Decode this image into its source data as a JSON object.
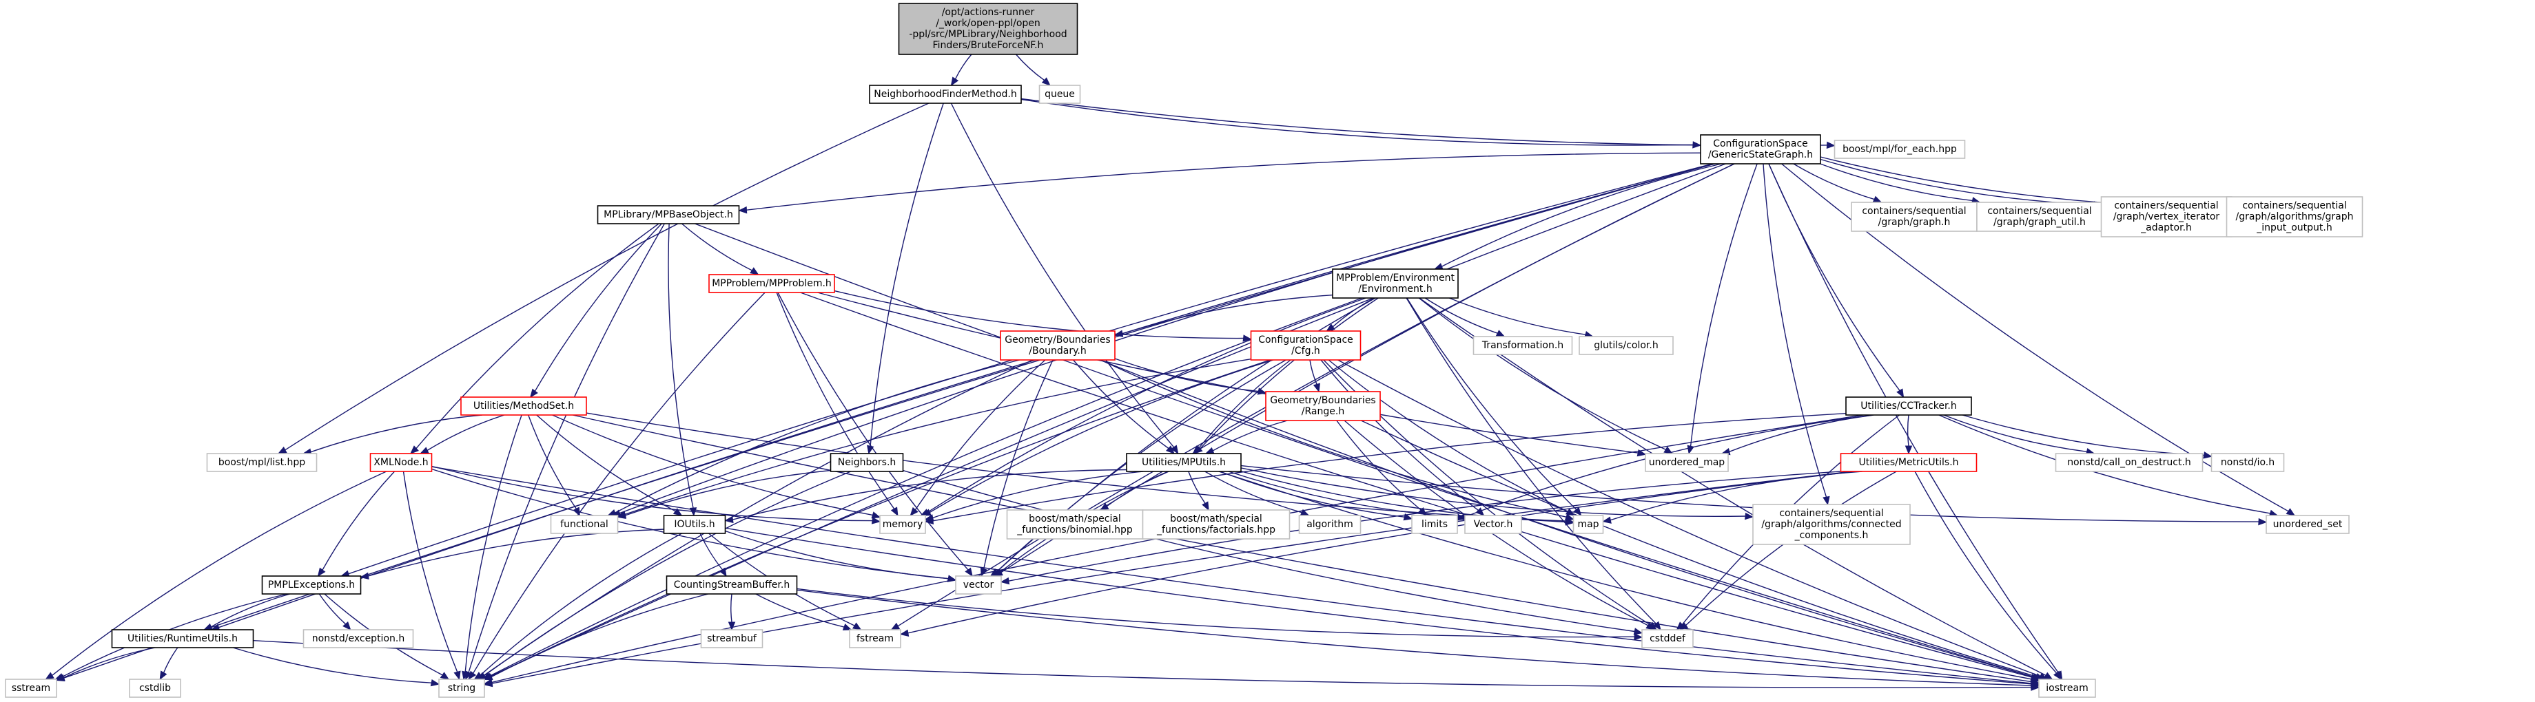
{
  "colors": {
    "edge": "#191970",
    "root_fill": "#bfbfbf",
    "root_stroke": "#000000",
    "documented_stroke": "#000000",
    "highlight_stroke": "#ff0000",
    "external_stroke": "#bfbfbf"
  },
  "nodes": [
    {
      "id": "root",
      "lines": [
        "/opt/actions-runner",
        "/_work/open-ppl/open",
        "-ppl/src/MPLibrary/Neighborhood",
        "Finders/BruteForceNF.h"
      ],
      "kind": "root"
    },
    {
      "id": "nfm",
      "lines": [
        "NeighborhoodFinderMethod.h"
      ],
      "kind": "doc"
    },
    {
      "id": "queue",
      "lines": [
        "queue"
      ],
      "kind": "ext"
    },
    {
      "id": "gsg",
      "lines": [
        "ConfigurationSpace",
        "/GenericStateGraph.h"
      ],
      "kind": "doc"
    },
    {
      "id": "foreach",
      "lines": [
        "boost/mpl/for_each.hpp"
      ],
      "kind": "ext"
    },
    {
      "id": "mpbase",
      "lines": [
        "MPLibrary/MPBaseObject.h"
      ],
      "kind": "doc"
    },
    {
      "id": "graphh",
      "lines": [
        "containers/sequential",
        "/graph/graph.h"
      ],
      "kind": "ext"
    },
    {
      "id": "graphutil",
      "lines": [
        "containers/sequential",
        "/graph/graph_util.h"
      ],
      "kind": "ext"
    },
    {
      "id": "vertexiter",
      "lines": [
        "containers/sequential",
        "/graph/vertex_iterator",
        "_adaptor.h"
      ],
      "kind": "ext"
    },
    {
      "id": "graphio",
      "lines": [
        "containers/sequential",
        "/graph/algorithms/graph",
        "_input_output.h"
      ],
      "kind": "ext"
    },
    {
      "id": "mpproblem",
      "lines": [
        "MPProblem/MPProblem.h"
      ],
      "kind": "hl"
    },
    {
      "id": "env",
      "lines": [
        "MPProblem/Environment",
        "/Environment.h"
      ],
      "kind": "doc"
    },
    {
      "id": "boundary",
      "lines": [
        "Geometry/Boundaries",
        "/Boundary.h"
      ],
      "kind": "hl"
    },
    {
      "id": "cfg",
      "lines": [
        "ConfigurationSpace",
        "/Cfg.h"
      ],
      "kind": "hl"
    },
    {
      "id": "transform",
      "lines": [
        "Transformation.h"
      ],
      "kind": "ext"
    },
    {
      "id": "glutils",
      "lines": [
        "glutils/color.h"
      ],
      "kind": "ext"
    },
    {
      "id": "range",
      "lines": [
        "Geometry/Boundaries",
        "/Range.h"
      ],
      "kind": "hl"
    },
    {
      "id": "methodset",
      "lines": [
        "Utilities/MethodSet.h"
      ],
      "kind": "hl"
    },
    {
      "id": "cctracker",
      "lines": [
        "Utilities/CCTracker.h"
      ],
      "kind": "doc"
    },
    {
      "id": "mpllist",
      "lines": [
        "boost/mpl/list.hpp"
      ],
      "kind": "ext"
    },
    {
      "id": "xmlnode",
      "lines": [
        "XMLNode.h"
      ],
      "kind": "hl"
    },
    {
      "id": "neighbors",
      "lines": [
        "Neighbors.h"
      ],
      "kind": "doc"
    },
    {
      "id": "mputils",
      "lines": [
        "Utilities/MPUtils.h"
      ],
      "kind": "doc"
    },
    {
      "id": "umap",
      "lines": [
        "unordered_map"
      ],
      "kind": "ext"
    },
    {
      "id": "calldestruct",
      "lines": [
        "nonstd/call_on_destruct.h"
      ],
      "kind": "ext"
    },
    {
      "id": "nonstdio",
      "lines": [
        "nonstd/io.h"
      ],
      "kind": "ext"
    },
    {
      "id": "metricutils",
      "lines": [
        "Utilities/MetricUtils.h"
      ],
      "kind": "hl"
    },
    {
      "id": "functional",
      "lines": [
        "functional"
      ],
      "kind": "ext"
    },
    {
      "id": "memory",
      "lines": [
        "memory"
      ],
      "kind": "ext"
    },
    {
      "id": "binomial",
      "lines": [
        "boost/math/special",
        "_functions/binomial.hpp"
      ],
      "kind": "ext"
    },
    {
      "id": "factorials",
      "lines": [
        "boost/math/special",
        "_functions/factorials.hpp"
      ],
      "kind": "ext"
    },
    {
      "id": "algorithm",
      "lines": [
        "algorithm"
      ],
      "kind": "ext"
    },
    {
      "id": "limits",
      "lines": [
        "limits"
      ],
      "kind": "ext"
    },
    {
      "id": "vectorh",
      "lines": [
        "Vector.h"
      ],
      "kind": "ext"
    },
    {
      "id": "map",
      "lines": [
        "map"
      ],
      "kind": "ext"
    },
    {
      "id": "connected",
      "lines": [
        "containers/sequential",
        "/graph/algorithms/connected",
        "_components.h"
      ],
      "kind": "ext"
    },
    {
      "id": "uset",
      "lines": [
        "unordered_set"
      ],
      "kind": "ext"
    },
    {
      "id": "ioutils",
      "lines": [
        "IOUtils.h"
      ],
      "kind": "doc"
    },
    {
      "id": "pmplexc",
      "lines": [
        "PMPLExceptions.h"
      ],
      "kind": "doc"
    },
    {
      "id": "csb",
      "lines": [
        "CountingStreamBuffer.h"
      ],
      "kind": "doc"
    },
    {
      "id": "vector",
      "lines": [
        "vector"
      ],
      "kind": "ext"
    },
    {
      "id": "nonstdexc",
      "lines": [
        "nonstd/exception.h"
      ],
      "kind": "ext"
    },
    {
      "id": "streambuf",
      "lines": [
        "streambuf"
      ],
      "kind": "ext"
    },
    {
      "id": "fstream",
      "lines": [
        "fstream"
      ],
      "kind": "ext"
    },
    {
      "id": "cstddef",
      "lines": [
        "cstddef"
      ],
      "kind": "ext"
    },
    {
      "id": "runtimeutils",
      "lines": [
        "Utilities/RuntimeUtils.h"
      ],
      "kind": "doc"
    },
    {
      "id": "sstream",
      "lines": [
        "sstream"
      ],
      "kind": "ext"
    },
    {
      "id": "cstdlib",
      "lines": [
        "cstdlib"
      ],
      "kind": "ext"
    },
    {
      "id": "string",
      "lines": [
        "string"
      ],
      "kind": "ext"
    },
    {
      "id": "iostream",
      "lines": [
        "iostream"
      ],
      "kind": "ext"
    }
  ],
  "edges": [
    [
      "root",
      "nfm"
    ],
    [
      "root",
      "queue"
    ],
    [
      "nfm",
      "gsg"
    ],
    [
      "nfm",
      "foreach"
    ],
    [
      "nfm",
      "neighbors"
    ],
    [
      "nfm",
      "mputils"
    ],
    [
      "nfm",
      "mpllist"
    ],
    [
      "gsg",
      "mpbase"
    ],
    [
      "gsg",
      "graphh"
    ],
    [
      "gsg",
      "graphutil"
    ],
    [
      "gsg",
      "vertexiter"
    ],
    [
      "gsg",
      "graphio"
    ],
    [
      "gsg",
      "env"
    ],
    [
      "gsg",
      "cctracker"
    ],
    [
      "gsg",
      "umap"
    ],
    [
      "gsg",
      "uset"
    ],
    [
      "gsg",
      "connected"
    ],
    [
      "gsg",
      "vector"
    ],
    [
      "gsg",
      "fstream"
    ],
    [
      "gsg",
      "functional"
    ],
    [
      "gsg",
      "pmplexc"
    ],
    [
      "gsg",
      "runtimeutils"
    ],
    [
      "gsg",
      "string"
    ],
    [
      "gsg",
      "iostream"
    ],
    [
      "gsg",
      "sstream"
    ],
    [
      "mpbase",
      "mpproblem"
    ],
    [
      "mpbase",
      "methodset"
    ],
    [
      "mpbase",
      "xmlnode"
    ],
    [
      "mpbase",
      "ioutils"
    ],
    [
      "mpbase",
      "iostream"
    ],
    [
      "mpbase",
      "string"
    ],
    [
      "mpproblem",
      "cfg"
    ],
    [
      "mpproblem",
      "memory"
    ],
    [
      "mpproblem",
      "string"
    ],
    [
      "mpproblem",
      "vector"
    ],
    [
      "mpproblem",
      "iostream"
    ],
    [
      "mpproblem",
      "umap"
    ],
    [
      "env",
      "boundary"
    ],
    [
      "env",
      "cfg"
    ],
    [
      "env",
      "transform"
    ],
    [
      "env",
      "glutils"
    ],
    [
      "env",
      "mputils"
    ],
    [
      "env",
      "umap"
    ],
    [
      "env",
      "map"
    ],
    [
      "env",
      "memory"
    ],
    [
      "env",
      "string"
    ],
    [
      "env",
      "vector"
    ],
    [
      "env",
      "iostream"
    ],
    [
      "env",
      "cstddef"
    ],
    [
      "boundary",
      "range"
    ],
    [
      "boundary",
      "mputils"
    ],
    [
      "boundary",
      "memory"
    ],
    [
      "boundary",
      "string"
    ],
    [
      "boundary",
      "vector"
    ],
    [
      "boundary",
      "iostream"
    ],
    [
      "boundary",
      "functional"
    ],
    [
      "boundary",
      "map"
    ],
    [
      "cfg",
      "range"
    ],
    [
      "cfg",
      "mputils"
    ],
    [
      "cfg",
      "memory"
    ],
    [
      "cfg",
      "vectorh"
    ],
    [
      "cfg",
      "map"
    ],
    [
      "cfg",
      "iostream"
    ],
    [
      "cfg",
      "cstddef"
    ],
    [
      "cfg",
      "vector"
    ],
    [
      "cfg",
      "functional"
    ],
    [
      "cfg",
      "string"
    ],
    [
      "range",
      "mputils"
    ],
    [
      "range",
      "limits"
    ],
    [
      "range",
      "iostream"
    ],
    [
      "range",
      "cstddef"
    ],
    [
      "methodset",
      "xmlnode"
    ],
    [
      "methodset",
      "ioutils"
    ],
    [
      "methodset",
      "mpllist"
    ],
    [
      "methodset",
      "functional"
    ],
    [
      "methodset",
      "memory"
    ],
    [
      "methodset",
      "string"
    ],
    [
      "methodset",
      "iostream"
    ],
    [
      "methodset",
      "map"
    ],
    [
      "cctracker",
      "umap"
    ],
    [
      "cctracker",
      "calldestruct"
    ],
    [
      "cctracker",
      "nonstdio"
    ],
    [
      "cctracker",
      "metricutils"
    ],
    [
      "cctracker",
      "uset"
    ],
    [
      "cctracker",
      "memory"
    ],
    [
      "cctracker",
      "limits"
    ],
    [
      "cctracker",
      "cstddef"
    ],
    [
      "cctracker",
      "string"
    ],
    [
      "xmlnode",
      "pmplexc"
    ],
    [
      "xmlnode",
      "memory"
    ],
    [
      "xmlnode",
      "string"
    ],
    [
      "xmlnode",
      "vector"
    ],
    [
      "xmlnode",
      "sstream"
    ],
    [
      "xmlnode",
      "iostream"
    ],
    [
      "neighbors",
      "functional"
    ],
    [
      "neighbors",
      "string"
    ],
    [
      "neighbors",
      "cstddef"
    ],
    [
      "mputils",
      "ioutils"
    ],
    [
      "mputils",
      "memory"
    ],
    [
      "mputils",
      "binomial"
    ],
    [
      "mputils",
      "factorials"
    ],
    [
      "mputils",
      "algorithm"
    ],
    [
      "mputils",
      "limits"
    ],
    [
      "mputils",
      "vectorh"
    ],
    [
      "mputils",
      "map"
    ],
    [
      "mputils",
      "connected"
    ],
    [
      "mputils",
      "vector"
    ],
    [
      "mputils",
      "iostream"
    ],
    [
      "mputils",
      "uset"
    ],
    [
      "metricutils",
      "map"
    ],
    [
      "metricutils",
      "vector"
    ],
    [
      "metricutils",
      "fstream"
    ],
    [
      "metricutils",
      "cstddef"
    ],
    [
      "metricutils",
      "iostream"
    ],
    [
      "metricutils",
      "string"
    ],
    [
      "ioutils",
      "pmplexc"
    ],
    [
      "ioutils",
      "csb"
    ],
    [
      "ioutils",
      "vector"
    ],
    [
      "ioutils",
      "fstream"
    ],
    [
      "ioutils",
      "string"
    ],
    [
      "ioutils",
      "iostream"
    ],
    [
      "pmplexc",
      "nonstdexc"
    ],
    [
      "pmplexc",
      "runtimeutils"
    ],
    [
      "pmplexc",
      "string"
    ],
    [
      "pmplexc",
      "sstream"
    ],
    [
      "csb",
      "streambuf"
    ],
    [
      "csb",
      "fstream"
    ],
    [
      "csb",
      "cstddef"
    ],
    [
      "csb",
      "string"
    ],
    [
      "csb",
      "iostream"
    ],
    [
      "runtimeutils",
      "cstdlib"
    ],
    [
      "runtimeutils",
      "sstream"
    ],
    [
      "runtimeutils",
      "string"
    ],
    [
      "runtimeutils",
      "iostream"
    ]
  ]
}
